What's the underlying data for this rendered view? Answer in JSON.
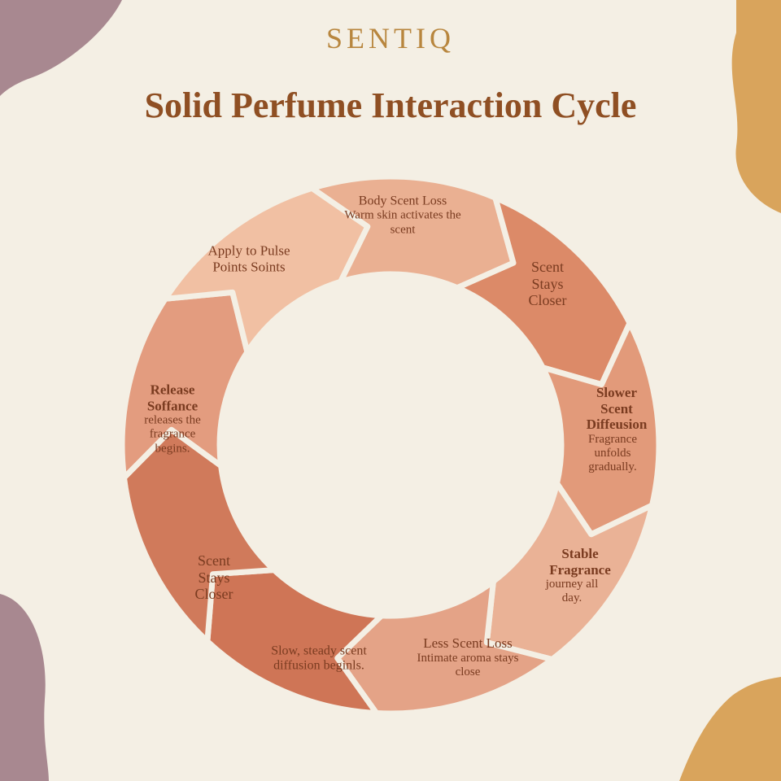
{
  "brand": "SENTIQ",
  "title": "Solid Perfume Interaction Cycle",
  "colors": {
    "background": "#f4efe4",
    "brand": "#b8863e",
    "title": "#8f4f23",
    "text": "#7a3b20",
    "blob_purple": "#a88890",
    "blob_gold": "#d9a45c"
  },
  "steps": [
    {
      "heading": "Body Scent Loss",
      "sub": "Warm skin activates the scent",
      "color": "#eab092"
    },
    {
      "heading": "Scent Stays Closer",
      "sub": "",
      "color": "#dc8a68"
    },
    {
      "heading": "Slower Scent Diffeusion",
      "sub": "Fragrance unfolds gradually.",
      "color": "#e29a7a"
    },
    {
      "heading": "Stable Fragrance",
      "sub": "journey all day.",
      "color": "#eab296"
    },
    {
      "heading": "Less Scent Loss",
      "sub": "Intimate aroma stays close",
      "color": "#e4a387"
    },
    {
      "heading": "",
      "sub": "Slow, steady scent diffusion beginls.",
      "color": "#cf7556"
    },
    {
      "heading": "Scent Stays Closer",
      "sub": "",
      "color": "#d07a5b"
    },
    {
      "heading": "Release Soffance",
      "sub": "releases the fragrance begins.",
      "color": "#e39c7f"
    },
    {
      "heading": "Apply to Pulse Points Soints",
      "sub": "",
      "color": "#f1c0a3"
    }
  ]
}
